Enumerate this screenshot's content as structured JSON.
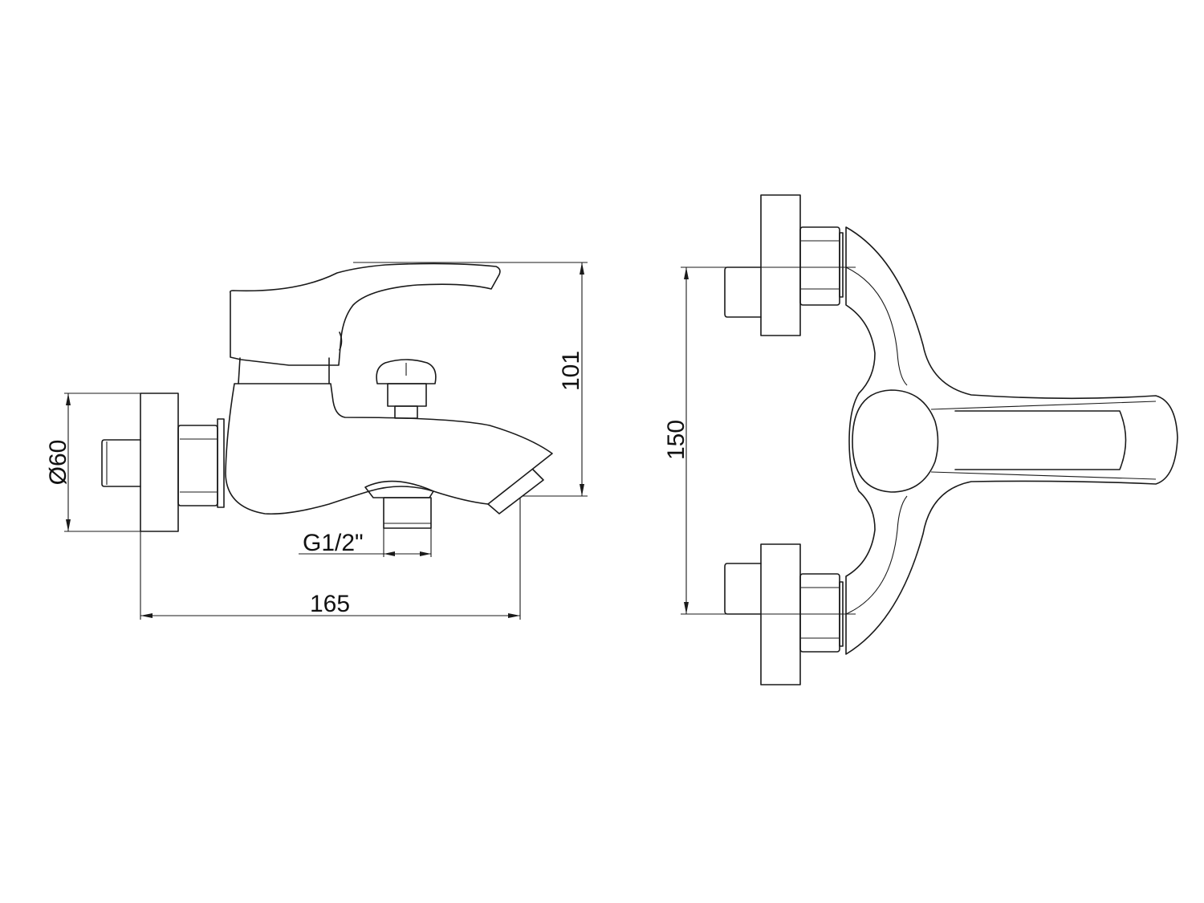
{
  "dimensions": {
    "flange_diameter": "Ø60",
    "height": "101",
    "outlet_thread": "G1/2\"",
    "projection": "165",
    "inlet_spacing": "150"
  },
  "colors": {
    "line": "#1a1a1a",
    "background": "#ffffff"
  }
}
